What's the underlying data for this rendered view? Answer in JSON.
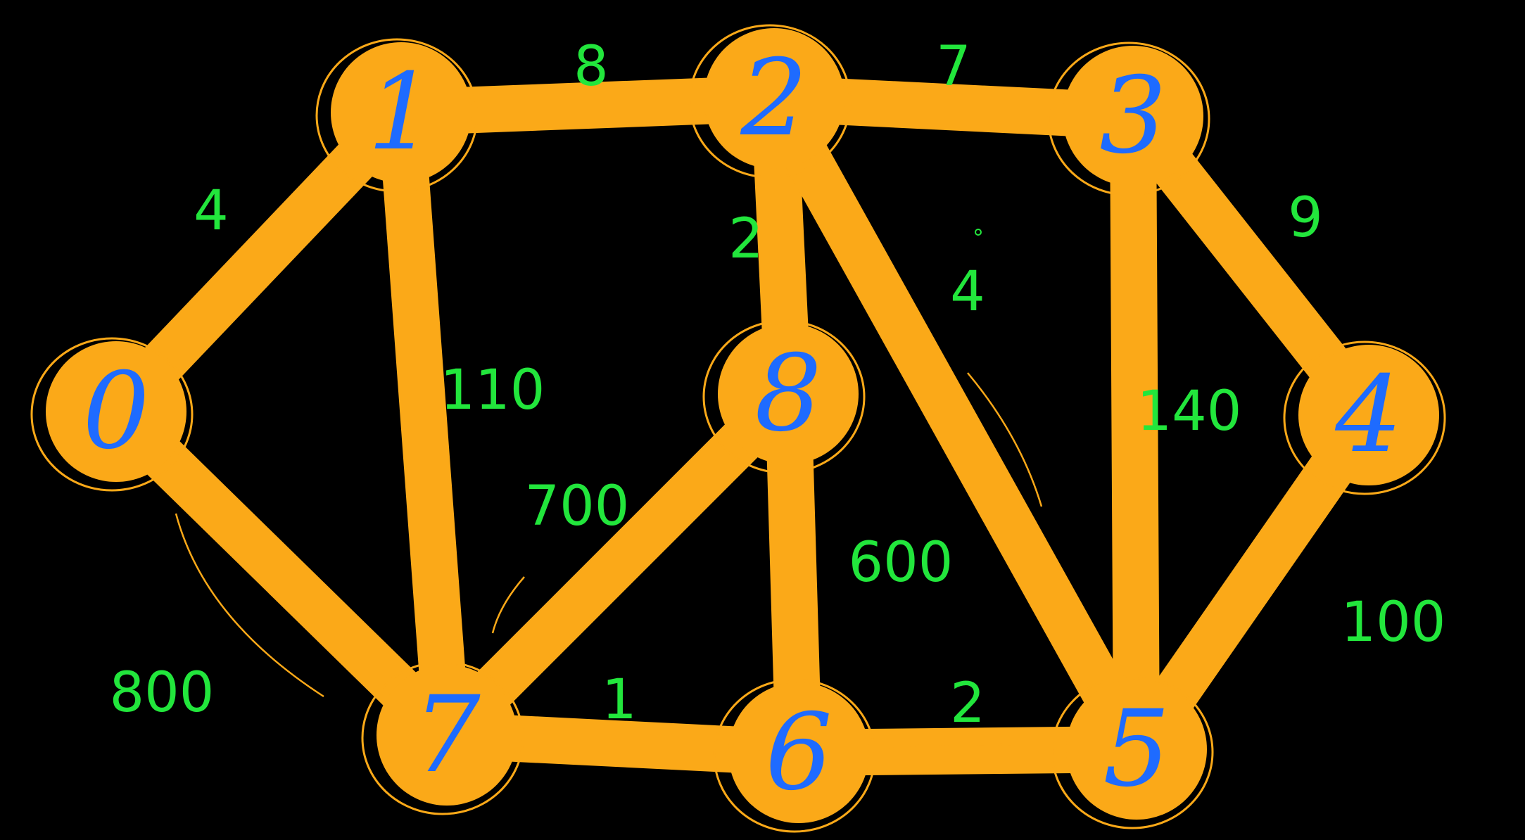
{
  "graph": {
    "nodes": [
      {
        "id": "0",
        "label": "0"
      },
      {
        "id": "1",
        "label": "1"
      },
      {
        "id": "2",
        "label": "2"
      },
      {
        "id": "3",
        "label": "3"
      },
      {
        "id": "4",
        "label": "4"
      },
      {
        "id": "5",
        "label": "5"
      },
      {
        "id": "6",
        "label": "6"
      },
      {
        "id": "7",
        "label": "7"
      },
      {
        "id": "8",
        "label": "8"
      }
    ],
    "edges": [
      {
        "from": "0",
        "to": "1",
        "weight": "4"
      },
      {
        "from": "1",
        "to": "2",
        "weight": "8"
      },
      {
        "from": "2",
        "to": "3",
        "weight": "7"
      },
      {
        "from": "3",
        "to": "4",
        "weight": "9"
      },
      {
        "from": "1",
        "to": "7",
        "weight": "110"
      },
      {
        "from": "2",
        "to": "8",
        "weight": "2"
      },
      {
        "from": "2",
        "to": "5",
        "weight": "4"
      },
      {
        "from": "3",
        "to": "5",
        "weight": "140"
      },
      {
        "from": "4",
        "to": "5",
        "weight": "100"
      },
      {
        "from": "0",
        "to": "7",
        "weight": "800"
      },
      {
        "from": "7",
        "to": "8",
        "weight": "700"
      },
      {
        "from": "8",
        "to": "6",
        "weight": "600"
      },
      {
        "from": "7",
        "to": "6",
        "weight": "1"
      },
      {
        "from": "6",
        "to": "5",
        "weight": "2"
      }
    ]
  },
  "colors": {
    "background": "#000000",
    "node_fill": "#FBA918",
    "node_label": "#1E6BFF",
    "weight_label": "#22E63C"
  }
}
